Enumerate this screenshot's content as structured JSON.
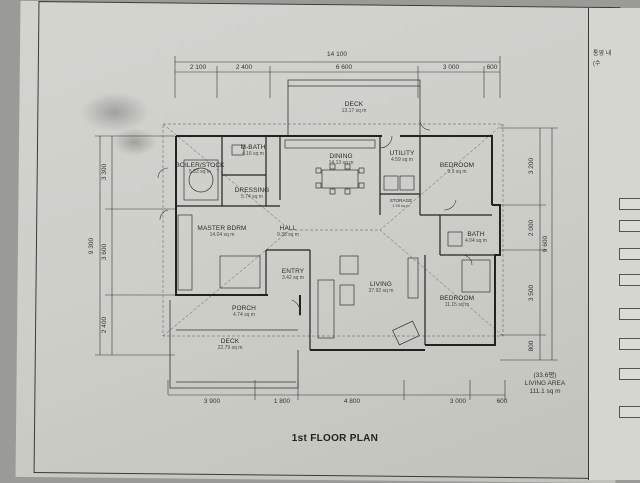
{
  "drawing": {
    "title": "1st  FLOOR PLAN",
    "living_area_label": "LIVING AREA",
    "living_area_value": "111.1 sq m",
    "living_area_pyeong": "(33.6평)"
  },
  "title_block": {
    "line1": "통영 내",
    "line2": "(수"
  },
  "dimensions": {
    "overall_top": "14 100",
    "top": [
      "2 100",
      "2 400",
      "6 600",
      "3 000",
      "600"
    ],
    "bottom": [
      "3 900",
      "1 800",
      "4 800",
      "3 000",
      "600"
    ],
    "left_overall": "9 300",
    "left": [
      "3 300",
      "3 600",
      "2 400"
    ],
    "right_overall": "9 600",
    "right": [
      "3 200",
      "2 000",
      "3 500",
      "800"
    ]
  },
  "rooms": [
    {
      "name": "DECK",
      "area": "13.17 sq m"
    },
    {
      "name": "BOILER/STOCK",
      "area": "5.83 sq m"
    },
    {
      "name": "M-BATH",
      "area": "4.16 sq m"
    },
    {
      "name": "DINING",
      "area": "14.13 sq m"
    },
    {
      "name": "UTILITY",
      "area": "4.59 sq m"
    },
    {
      "name": "BEDROOM",
      "area": "9.9 sq m"
    },
    {
      "name": "DRESSING",
      "area": "5.74 sq m"
    },
    {
      "name": "STORAGE",
      "area": "1.98 sq m"
    },
    {
      "name": "MASTER BDRM",
      "area": "14.04 sq m"
    },
    {
      "name": "HALL",
      "area": "9.38 sq m"
    },
    {
      "name": "BATH",
      "area": "4.04 sq m"
    },
    {
      "name": "ENTRY",
      "area": "3.42 sq m"
    },
    {
      "name": "LIVING",
      "area": "37.92 sq m"
    },
    {
      "name": "BEDROOM",
      "area": "11.15 sq m"
    },
    {
      "name": "PORCH",
      "area": "4.74 sq m"
    },
    {
      "name": "DECK",
      "area": "22.79 sq m"
    }
  ],
  "colors": {
    "paper": "#cfcfca",
    "ink": "#2a2a2a",
    "background": "#9a9a96"
  }
}
